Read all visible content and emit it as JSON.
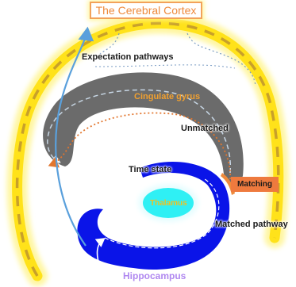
{
  "title": "The Cerebral Cortex",
  "labels": {
    "expectation_pathways": "Expectation pathways",
    "cingulate_gyrus": "Cingulate gyrus",
    "unmatched": "Unmatched",
    "time_state": "Time state",
    "matching": "Matching",
    "thalamus": "Thalamus",
    "matched_pathway": "Matched pathway",
    "hippocampus": "Hippocampus"
  },
  "colors": {
    "cortex_yellow": "#ffe21a",
    "cortex_dash": "#c8a02a",
    "cingulate_gray": "#6b6b6b",
    "thalamus_cyan": "#2ff0f4",
    "hippocampus_blue": "#0a14e8",
    "expectation_arrow_blue": "#5aa0dc",
    "matching_orange": "#ee7a3e",
    "title_orange": "#ee8a3c"
  }
}
